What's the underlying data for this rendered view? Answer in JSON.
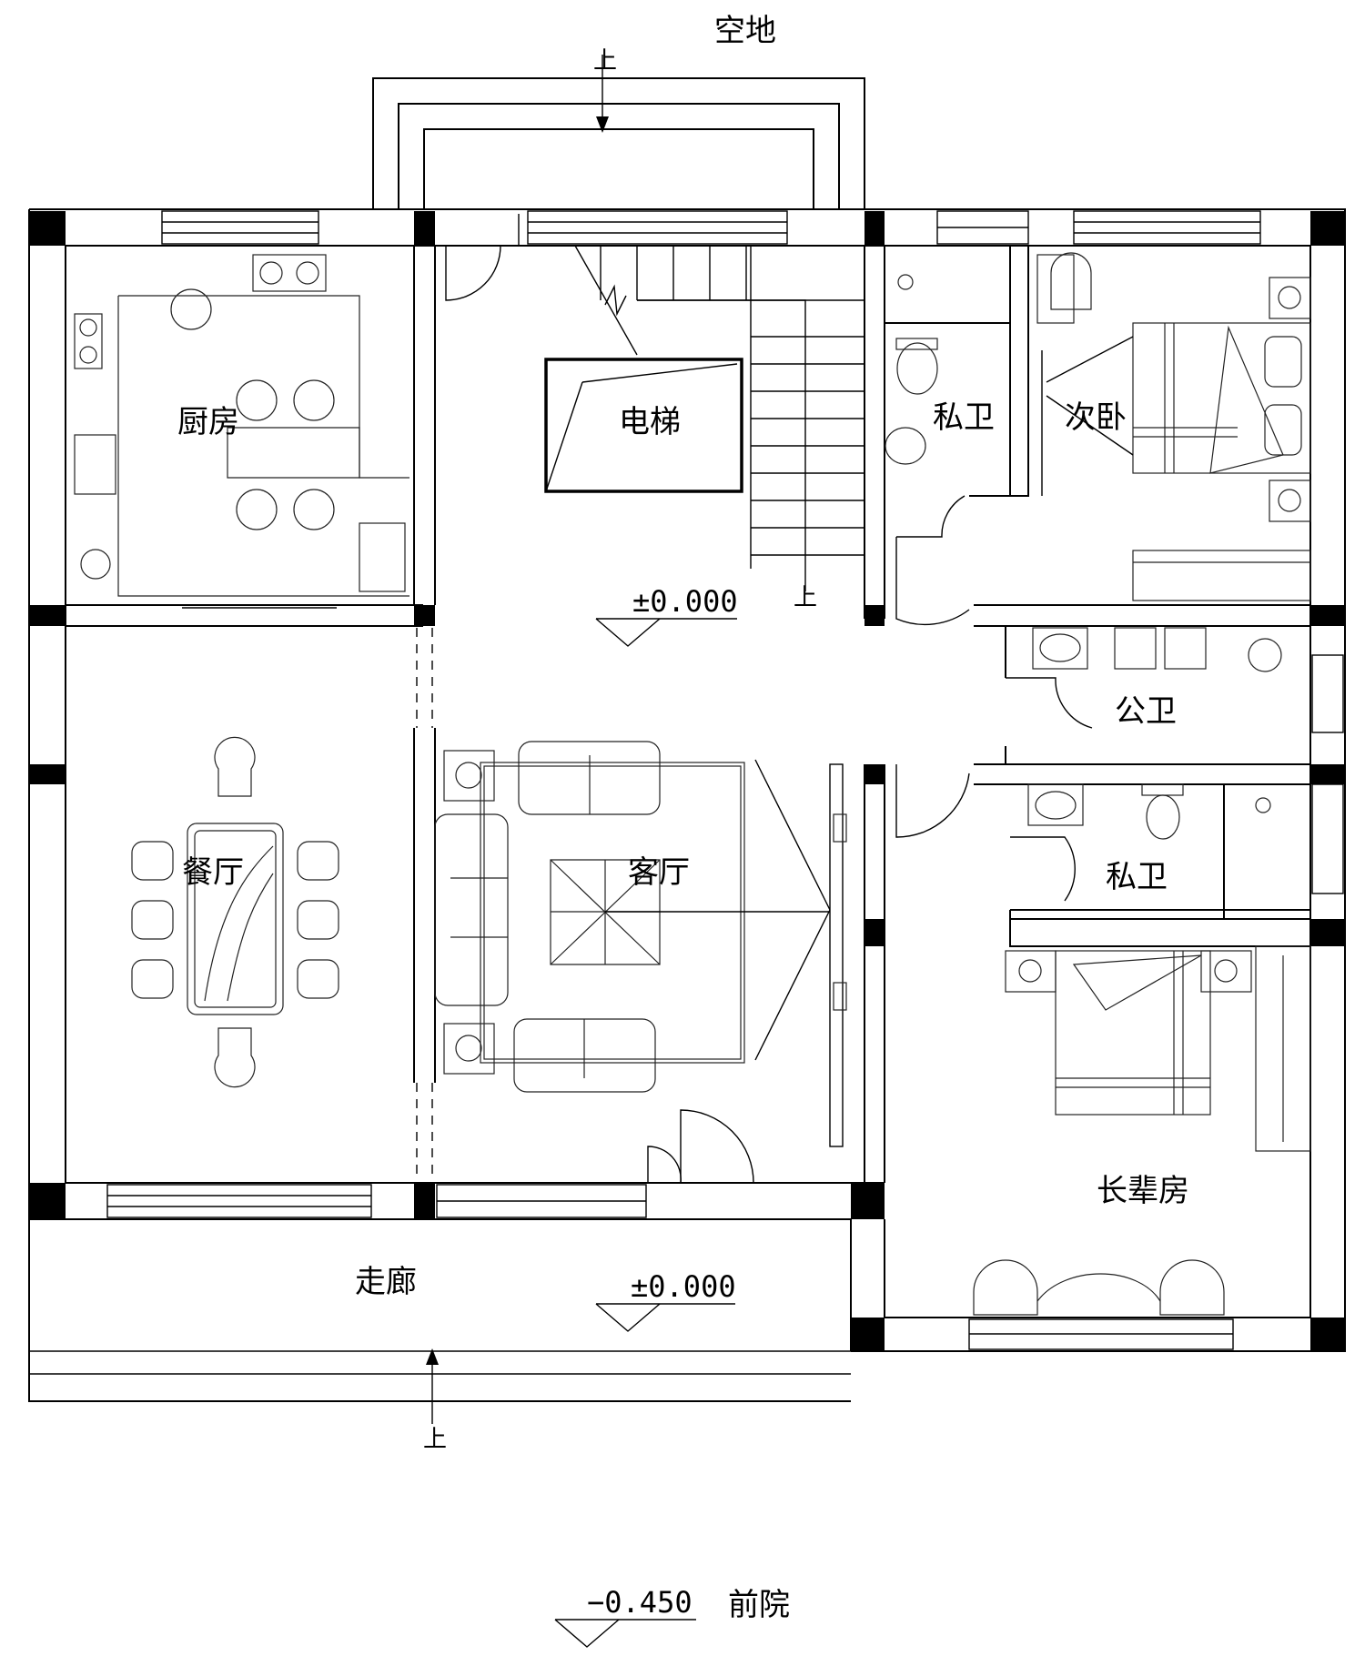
{
  "labels": {
    "top_open_space": "空地",
    "front_yard": "前院",
    "up_top": "上",
    "up_stair": "上",
    "up_bottom": "上"
  },
  "rooms": {
    "kitchen": "厨房",
    "elevator": "电梯",
    "private_bath_1": "私卫",
    "second_bedroom": "次卧",
    "dining": "餐厅",
    "living": "客厅",
    "public_bath": "公卫",
    "private_bath_2": "私卫",
    "elder_room": "长辈房",
    "corridor": "走廊"
  },
  "levels": {
    "hall": "±0.000",
    "corridor": "±0.000",
    "yard": "−0.450"
  }
}
